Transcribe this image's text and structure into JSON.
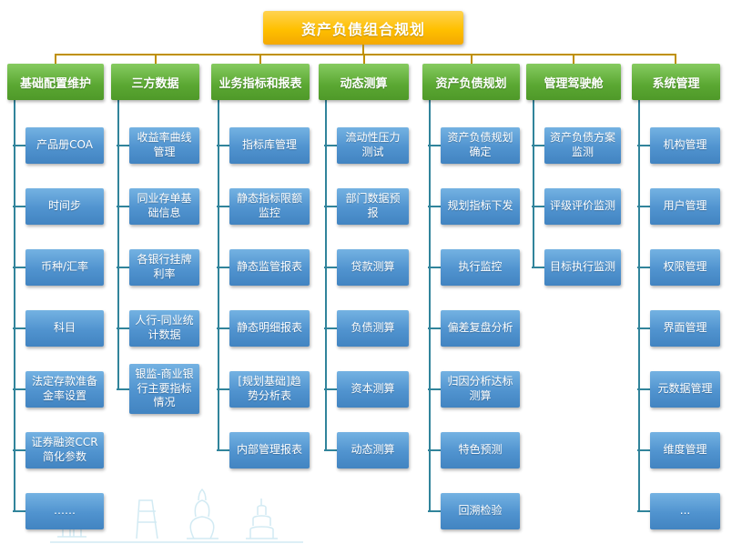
{
  "title": "资产负债组合规划",
  "colors": {
    "root_fill": "#FFC000",
    "category_fill": "#5AA732",
    "item_fill": "#5093CF",
    "top_connector": "#BF9000",
    "column_connector": "#31849B"
  },
  "columns": [
    {
      "label": "基础配置维护",
      "items": [
        "产品册COA",
        "时间步",
        "币种/汇率",
        "科目",
        "法定存款准备金率设置",
        "证券融资CCR简化参数",
        "……"
      ]
    },
    {
      "label": "三方数据",
      "items": [
        "收益率曲线管理",
        "同业存单基础信息",
        "各银行挂牌利率",
        "人行-同业统计数据",
        "银监-商业银行主要指标情况"
      ]
    },
    {
      "label": "业务指标和报表",
      "items": [
        "指标库管理",
        "静态指标限额监控",
        "静态监管报表",
        "静态明细报表",
        "[规划基础]趋势分析表",
        "内部管理报表"
      ]
    },
    {
      "label": "动态测算",
      "items": [
        "流动性压力测试",
        "部门数据预报",
        "贷款测算",
        "负债测算",
        "资本测算",
        "动态测算"
      ]
    },
    {
      "label": "资产负债规划",
      "items": [
        "资产负债规划确定",
        "规划指标下发",
        "执行监控",
        "偏差复盘分析",
        "归因分析达标测算",
        "特色预测",
        "回溯检验"
      ]
    },
    {
      "label": "管理驾驶舱",
      "items": [
        "资产负债方案监测",
        "评级评价监测",
        "目标执行监测"
      ]
    },
    {
      "label": "系统管理",
      "items": [
        "机构管理",
        "用户管理",
        "权限管理",
        "界面管理",
        "元数据管理",
        "维度管理",
        "..."
      ]
    }
  ]
}
